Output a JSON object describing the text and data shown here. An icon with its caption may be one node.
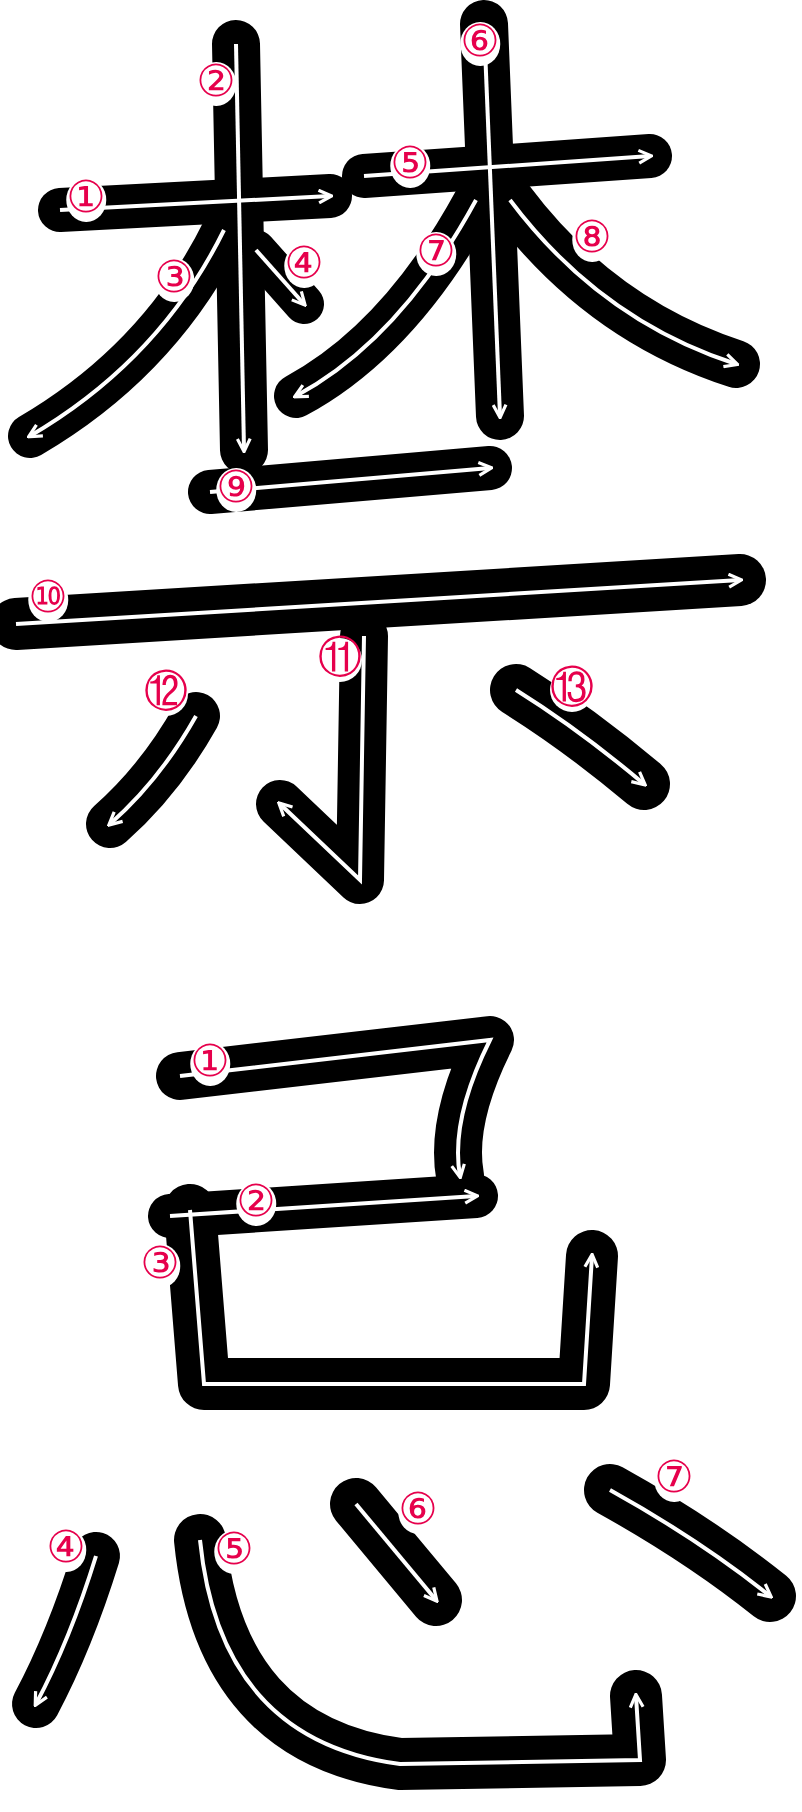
{
  "diagram": {
    "labels": [
      "①",
      "②",
      "③",
      "④",
      "⑤",
      "⑥",
      "⑦",
      "⑧",
      "⑨",
      "⑩",
      "⑪",
      "⑫",
      "⑬",
      "①",
      "②",
      "③",
      "④",
      "⑤",
      "⑥",
      "⑦"
    ]
  }
}
